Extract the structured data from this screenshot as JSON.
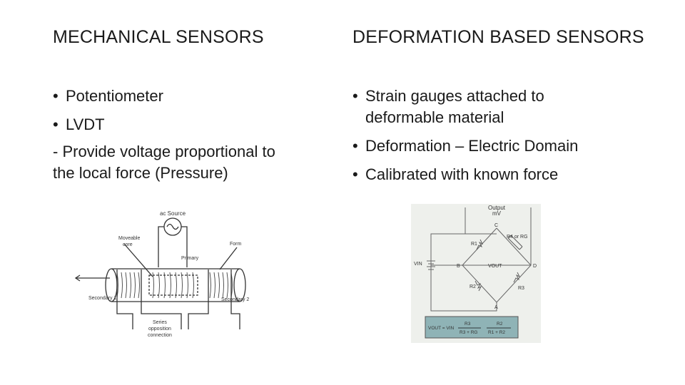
{
  "left": {
    "heading": "MECHANICAL SENSORS",
    "bullets": [
      "Potentiometer",
      "LVDT"
    ],
    "note_line1": "- Provide voltage proportional to",
    "note_line2": "the local force (Pressure)"
  },
  "right": {
    "heading": "DEFORMATION BASED SENSORS",
    "bullets": [
      [
        "Strain gauges attached to",
        "deformable material"
      ],
      "Deformation – Electric Domain",
      "Calibrated with known force"
    ]
  },
  "lvdt": {
    "ac_source": "ac Source",
    "moveable": "Moveable",
    "core": "core",
    "primary": "Primary",
    "form": "Form",
    "secondary1": "Secondary 1",
    "secondary2": "Secondary 2",
    "series1": "Series",
    "series2": "opposition",
    "series3": "connection"
  },
  "bridge": {
    "output1": "Output",
    "output2": "mV",
    "node_c": "C",
    "node_b": "B",
    "node_d": "D",
    "node_a": "A",
    "r1": "R1",
    "r2": "R2",
    "r3": "R3",
    "r4rg": "R4 or RG",
    "vin": "VIN",
    "vout": "VOUT",
    "formula_lhs": "VOUT = VIN",
    "formula_a_num": "R3",
    "formula_a_den": "R3 + RG",
    "formula_b_num": "R2",
    "formula_b_den": "R1 + R2"
  }
}
